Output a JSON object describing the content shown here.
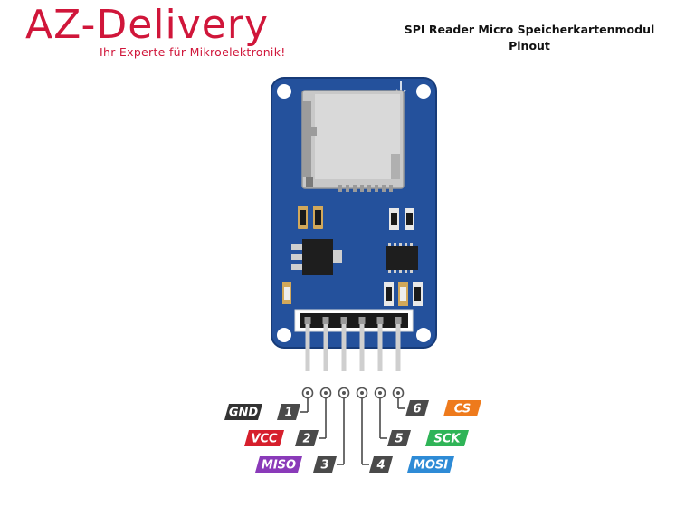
{
  "brand": {
    "name": "AZ-Delivery",
    "tagline": "Ihr Experte für Mikroelektronik!",
    "color": "#d0163a"
  },
  "title": {
    "line1": "SPI Reader Micro Speicherkartenmodul",
    "line2": "Pinout"
  },
  "colors": {
    "board": "#24519c",
    "number_tag": "#4a4a4a",
    "GND": "#333333",
    "VCC": "#d61f2c",
    "MISO": "#8a3ab9",
    "MOSI": "#2e8bd6",
    "SCK": "#2fb457",
    "CS": "#ee7a1c"
  },
  "pins": [
    {
      "number": "1",
      "name": "GND"
    },
    {
      "number": "2",
      "name": "VCC"
    },
    {
      "number": "3",
      "name": "MISO"
    },
    {
      "number": "4",
      "name": "MOSI"
    },
    {
      "number": "5",
      "name": "SCK"
    },
    {
      "number": "6",
      "name": "CS"
    }
  ]
}
